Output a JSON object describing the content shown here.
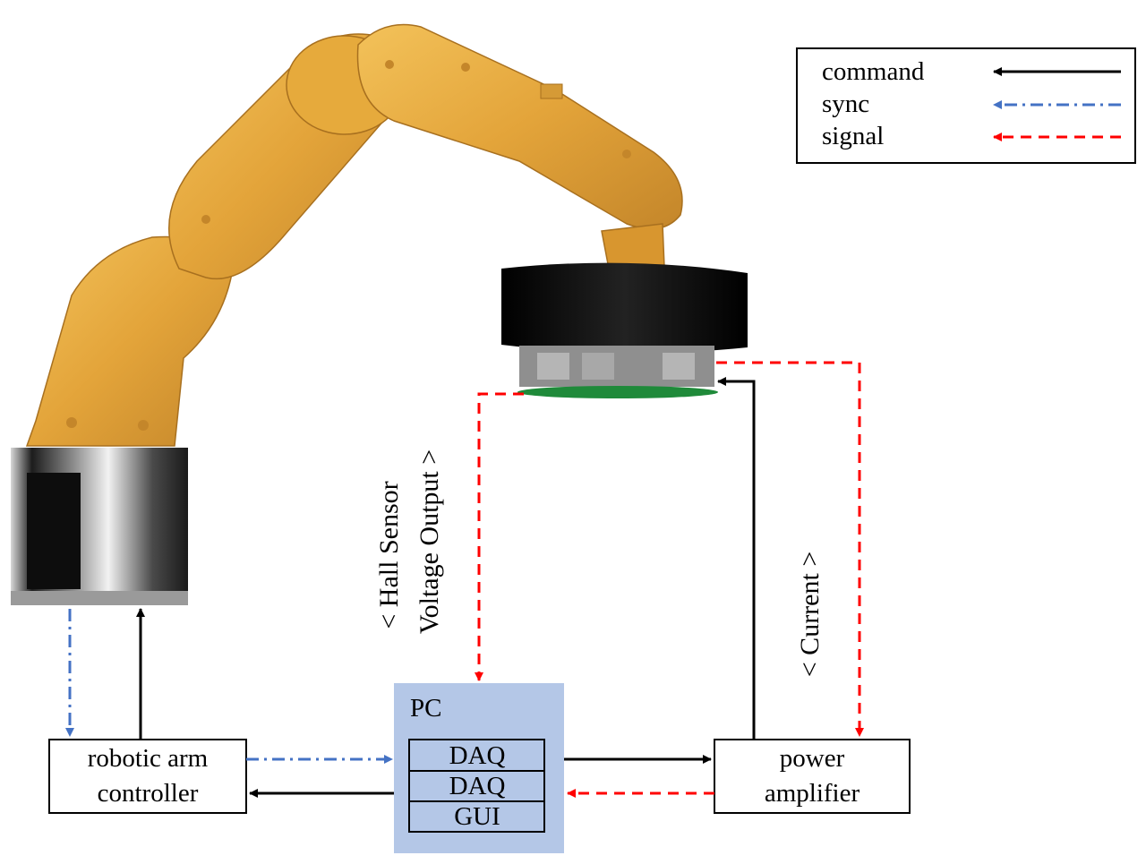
{
  "legend": {
    "items": [
      {
        "label": "command",
        "color": "#000000",
        "style": "solid"
      },
      {
        "label": "sync",
        "color": "#4472c4",
        "style": "dashdot"
      },
      {
        "label": "signal",
        "color": "#ff0000",
        "style": "dashed"
      }
    ]
  },
  "blocks": {
    "controller": {
      "line1": "robotic arm",
      "line2": "controller"
    },
    "pc": {
      "title": "PC",
      "rows": [
        "DAQ",
        "DAQ",
        "GUI"
      ],
      "fill": "#b4c7e7"
    },
    "amplifier": {
      "line1": "power",
      "line2": "amplifier"
    }
  },
  "labels": {
    "hall_line1": "< Hall Sensor",
    "hall_line2": "Voltage Output >",
    "current": "< Current >"
  },
  "colors": {
    "command": "#000000",
    "sync": "#4472c4",
    "signal": "#ff0000",
    "robot_arm": "#e8a52f",
    "base": "#2a2a2a",
    "actuator": "#111111",
    "pcb": "#1f8a3a"
  }
}
